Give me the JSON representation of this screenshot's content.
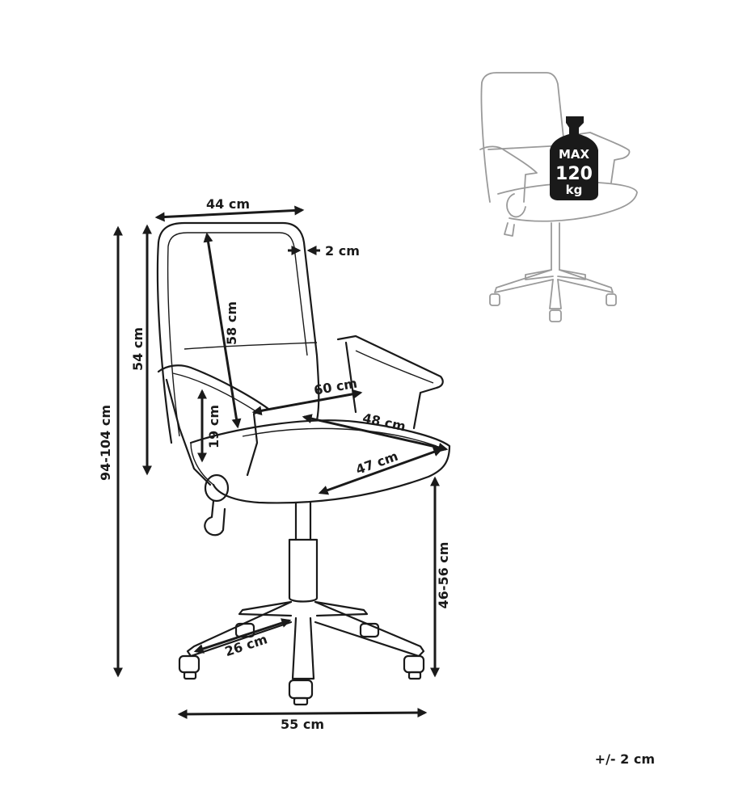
{
  "dimensions": {
    "backrest_width": "44 cm",
    "frame_thickness": "2 cm",
    "backrest_height": "58 cm",
    "back_height": "54 cm",
    "total_height": "94-104 cm",
    "arm_height": "19 cm",
    "armrest_width": "60 cm",
    "seat_depth": "48 cm",
    "seat_width": "47 cm",
    "seat_height": "46-56 cm",
    "leg_length": "26 cm",
    "base_width": "55 cm"
  },
  "tolerance": "+/- 2 cm",
  "weight_badge": {
    "line1": "MAX",
    "line2": "120",
    "line3": "kg"
  }
}
